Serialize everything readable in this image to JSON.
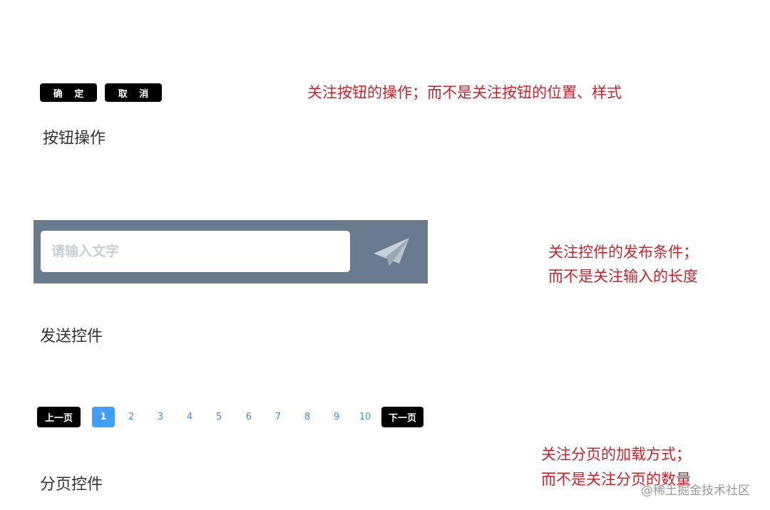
{
  "buttons_section": {
    "confirm_label": "确 定",
    "cancel_label": "取 消",
    "title": "按钮操作",
    "note": "关注按钮的操作；而不是关注按钮的位置、样式"
  },
  "send_section": {
    "input_placeholder": "请输入文字",
    "title": "发送控件",
    "note_line1": "关注控件的发布条件；",
    "note_line2": "而不是关注输入的长度",
    "send_icon": "paper-plane-icon",
    "bar_color": "#6b7b8f"
  },
  "pager_section": {
    "prev_label": "上一页",
    "next_label": "下一页",
    "pages": [
      "1",
      "2",
      "3",
      "4",
      "5",
      "6",
      "7",
      "8",
      "9",
      "10"
    ],
    "current_page": "1",
    "title": "分页控件",
    "note_line1": "关注分页的加载方式；",
    "note_line2": "而不是关注分页的数量",
    "active_color": "#409eff"
  },
  "watermark": "@稀土掘金技术社区",
  "colors": {
    "note_red": "#c8242b",
    "button_black": "#000000",
    "link_blue": "#3d8fe6"
  }
}
